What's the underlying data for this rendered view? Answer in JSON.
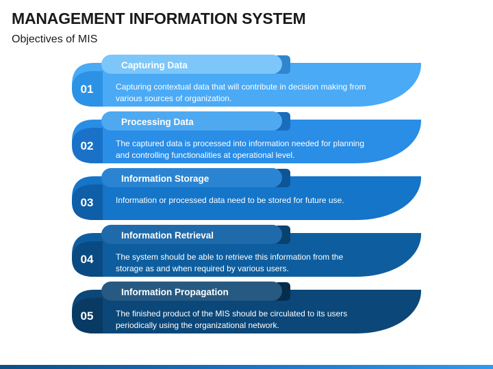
{
  "title": "MANAGEMENT INFORMATION SYSTEM",
  "subtitle": "Objectives of MIS",
  "steps": [
    {
      "number": "01",
      "heading": "Capturing Data",
      "description": "Capturing contextual data that will contribute in decision making from various sources of organization.",
      "colors": {
        "main": "#4aaaf6",
        "num_panel": "#2b92e6",
        "tab": "#7dc6fa",
        "tab_shadow": "#2f86cf"
      }
    },
    {
      "number": "02",
      "heading": "Processing Data",
      "description": "The captured data is processed into information needed for planning and controlling functionalities at operational level.",
      "colors": {
        "main": "#2a8de6",
        "num_panel": "#1a72c8",
        "tab": "#4ea9f1",
        "tab_shadow": "#1a6dbd"
      }
    },
    {
      "number": "03",
      "heading": "Information Storage",
      "description": "Information or processed data need to be stored for future use.",
      "colors": {
        "main": "#1475c9",
        "num_panel": "#0f5ea8",
        "tab": "#2b84d2",
        "tab_shadow": "#0c5597"
      }
    },
    {
      "number": "04",
      "heading": "Information Retrieval",
      "description": "The system should be able to retrieve this information from the storage as and when required by various users.",
      "colors": {
        "main": "#0e5e9f",
        "num_panel": "#0a4a82",
        "tab": "#1f6aaa",
        "tab_shadow": "#08426f"
      }
    },
    {
      "number": "05",
      "heading": "Information Propagation",
      "description": "The finished product of the MIS should be circulated to its users periodically using the organizational network.",
      "colors": {
        "main": "#0b4778",
        "num_panel": "#083a63",
        "tab": "#275a82",
        "tab_shadow": "#062d4c"
      }
    }
  ]
}
